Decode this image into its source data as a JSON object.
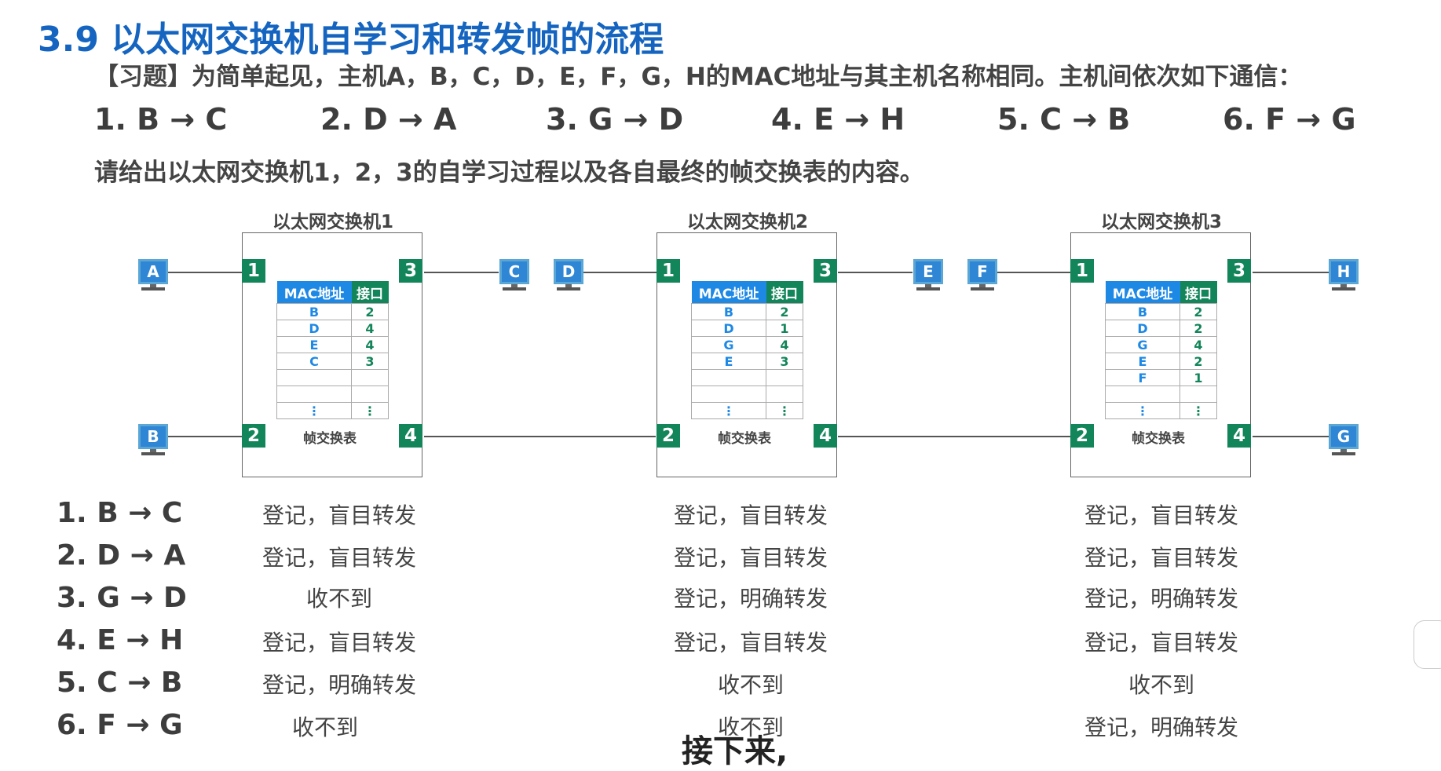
{
  "header": {
    "title": "3.9 以太网交换机自学习和转发帧的流程",
    "problem": "【习题】为简单起见，主机A，B，C，D，E，F，G，H的MAC地址与其主机名称相同。主机间依次如下通信：",
    "communications": [
      "1. B → C",
      "2. D → A",
      "3. G → D",
      "4. E → H",
      "5. C → B",
      "6. F → G"
    ],
    "request": "请给出以太网交换机1，2，3的自学习过程以及各自最终的帧交换表的内容。"
  },
  "switches": [
    {
      "title": "以太网交换机1",
      "table_label": "帧交换表",
      "col_mac": "MAC地址",
      "col_port": "接口",
      "rows": [
        {
          "mac": "B",
          "port": "2"
        },
        {
          "mac": "D",
          "port": "4"
        },
        {
          "mac": "E",
          "port": "4"
        },
        {
          "mac": "C",
          "port": "3"
        }
      ],
      "ports": [
        "1",
        "2",
        "3",
        "4"
      ],
      "hosts": [
        "A",
        "B",
        "C"
      ]
    },
    {
      "title": "以太网交换机2",
      "table_label": "帧交换表",
      "col_mac": "MAC地址",
      "col_port": "接口",
      "rows": [
        {
          "mac": "B",
          "port": "2"
        },
        {
          "mac": "D",
          "port": "1"
        },
        {
          "mac": "G",
          "port": "4"
        },
        {
          "mac": "E",
          "port": "3"
        }
      ],
      "ports": [
        "1",
        "2",
        "3",
        "4"
      ],
      "hosts": [
        "D",
        "E"
      ]
    },
    {
      "title": "以太网交换机3",
      "table_label": "帧交换表",
      "col_mac": "MAC地址",
      "col_port": "接口",
      "rows": [
        {
          "mac": "B",
          "port": "2"
        },
        {
          "mac": "D",
          "port": "2"
        },
        {
          "mac": "G",
          "port": "4"
        },
        {
          "mac": "E",
          "port": "2"
        },
        {
          "mac": "F",
          "port": "1"
        }
      ],
      "ports": [
        "1",
        "2",
        "3",
        "4"
      ],
      "hosts": [
        "F",
        "H",
        "G"
      ]
    }
  ],
  "ellipsis": "⋮",
  "steps": [
    {
      "label": "1. B → C",
      "actions": [
        "登记，盲目转发",
        "登记，盲目转发",
        "登记，盲目转发"
      ]
    },
    {
      "label": "2. D → A",
      "actions": [
        "登记，盲目转发",
        "登记，盲目转发",
        "登记，盲目转发"
      ]
    },
    {
      "label": "3. G → D",
      "actions": [
        "收不到",
        "登记，明确转发",
        "登记，明确转发"
      ]
    },
    {
      "label": "4. E → H",
      "actions": [
        "登记，盲目转发",
        "登记，盲目转发",
        "登记，盲目转发"
      ]
    },
    {
      "label": "5. C → B",
      "actions": [
        "登记，明确转发",
        "收不到",
        "收不到"
      ]
    },
    {
      "label": "6. F → G",
      "actions": [
        "收不到",
        "收不到",
        "登记，明确转发"
      ]
    }
  ],
  "subtitle": "接下来,",
  "colors": {
    "title": "#1565c0",
    "mac_header": "#1e88e5",
    "port": "#13855a",
    "host": "#2e86d4"
  }
}
